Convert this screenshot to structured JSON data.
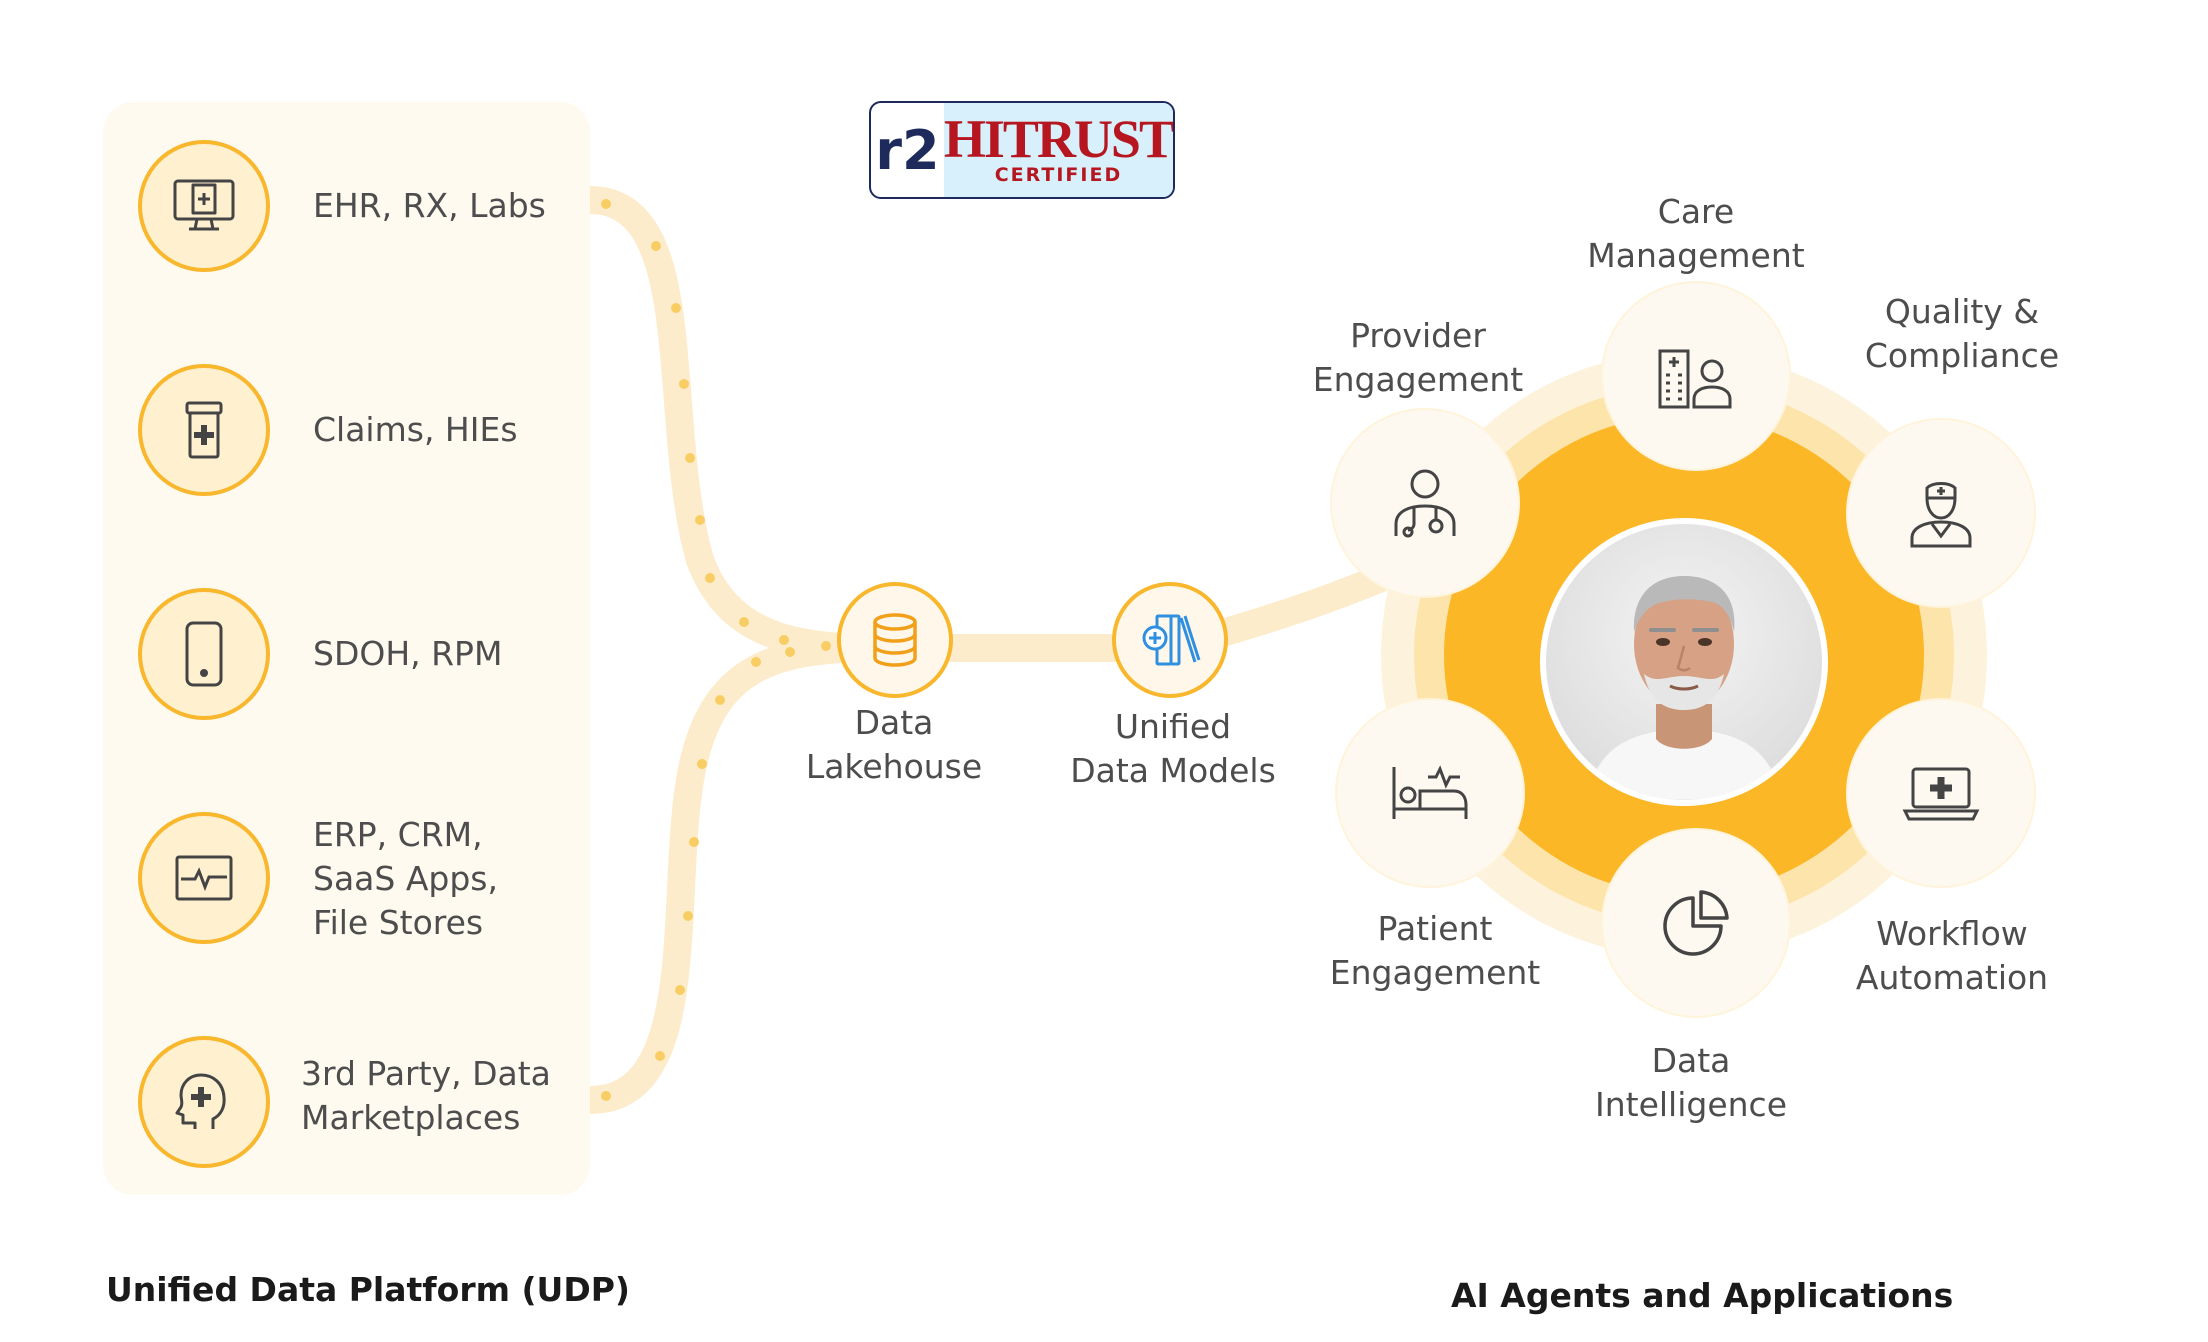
{
  "sources": [
    {
      "label": "EHR, RX, Labs",
      "icon": "monitor-medical-icon"
    },
    {
      "label": "Claims, HIEs",
      "icon": "pill-bottle-icon"
    },
    {
      "label": "SDOH, RPM",
      "icon": "smartphone-icon"
    },
    {
      "label": "ERP, CRM,\nSaaS Apps,\nFile Stores",
      "icon": "heartbeat-monitor-icon"
    },
    {
      "label": "3rd Party,  Data\nMarketplaces",
      "icon": "head-plus-icon"
    }
  ],
  "badge": {
    "prefix": "r2",
    "name": "HITRUST",
    "sub": "CERTIFIED"
  },
  "pipeline": [
    {
      "label": "Data\nLakehouse",
      "icon": "database-icon"
    },
    {
      "label": "Unified\nData Models",
      "icon": "data-models-icon"
    }
  ],
  "agents": [
    {
      "label": "Care\nManagement",
      "icon": "hospital-person-icon"
    },
    {
      "label": "Quality &\nCompliance",
      "icon": "nurse-icon"
    },
    {
      "label": "Workflow\nAutomation",
      "icon": "laptop-medical-icon"
    },
    {
      "label": "Data\nIntelligence",
      "icon": "pie-chart-icon"
    },
    {
      "label": "Patient\nEngagement",
      "icon": "hospital-bed-icon"
    },
    {
      "label": "Provider\nEngagement",
      "icon": "doctor-icon"
    }
  ],
  "footer": {
    "left": "Unified Data Platform (UDP)",
    "right": "AI Agents and Applications"
  },
  "colors": {
    "accent": "#f8b72c",
    "accent_light": "#fde4ab",
    "panel": "#fffaf0",
    "text": "#4d4d4d"
  }
}
